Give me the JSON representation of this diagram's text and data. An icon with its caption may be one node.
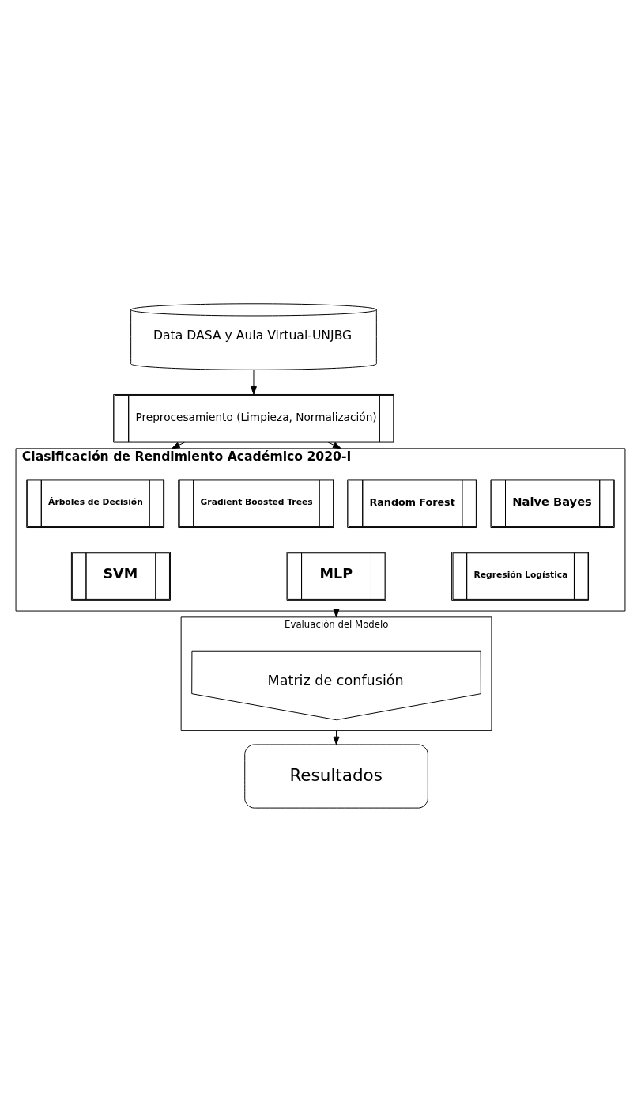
{
  "diagram": {
    "nodes": [
      {
        "text": [
          "Data DASA y Aula Virtual-UNJBG"
        ]
      },
      {
        "text": [
          "Preprocesamiento (Limpieza, Normalización)"
        ]
      },
      {
        "text": [
          "Clasificación de Rendimiento Académico 2020-I"
        ]
      },
      {
        "text": [
          "Árboles de Decisión"
        ],
        "in": 2
      },
      {
        "text": [
          "Gradient Boosted Trees"
        ],
        "in": 2
      },
      {
        "text": [
          "Random Forest"
        ],
        "in": 2
      },
      {
        "text": [
          "Naive Bayes"
        ],
        "in": 2
      },
      {
        "text": [
          "SVM"
        ],
        "in": 2
      },
      {
        "text": [
          "MLP"
        ],
        "in": 2
      },
      {
        "text": [
          "Regresión Logística"
        ],
        "in": 2
      },
      {
        "text": [
          "Evaluación del Modelo"
        ]
      },
      {
        "text": [
          "Matriz de confusión"
        ],
        "in": 10
      },
      {
        "text": [
          "Resultados"
        ]
      }
    ],
    "edges": [
      {
        "from": 0,
        "to": 1,
        "arrow": "to"
      },
      {
        "from": 1,
        "to": 2,
        "arrow": "to"
      },
      {
        "from": 1,
        "to": 2,
        "arrow": "to"
      },
      {
        "from": 2,
        "to": 10,
        "arrow": "to"
      },
      {
        "from": 10,
        "to": 12,
        "arrow": "to"
      }
    ]
  }
}
